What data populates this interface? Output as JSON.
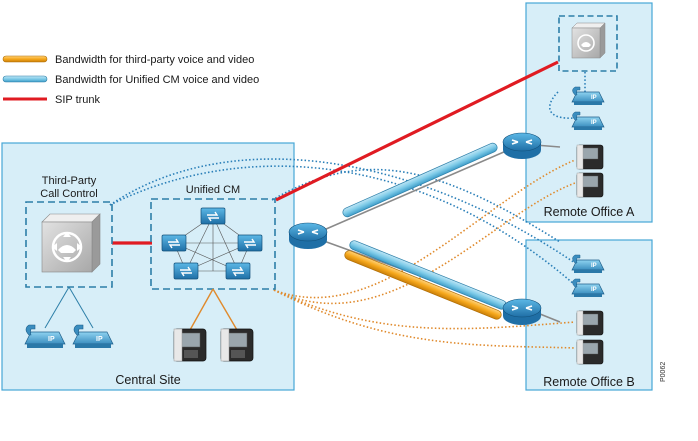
{
  "legend": [
    {
      "label": "Bandwidth for third-party voice and video",
      "color": "#f6a81c"
    },
    {
      "label": "Bandwidth for Unified CM voice and video",
      "color": "#7ecbe8"
    },
    {
      "label": "SIP trunk",
      "color": "#e01b22"
    }
  ],
  "sites": {
    "central": "Central Site",
    "remote_a": "Remote Office A",
    "remote_b": "Remote Office B"
  },
  "labels": {
    "third_party_line1": "Third-Party",
    "third_party_line2": "Call Control",
    "unified_cm": "Unified CM",
    "ip_badge": "IP",
    "figure_id": "P0062"
  },
  "colors": {
    "site_fill": "#d7eef8",
    "site_border": "#46a7d6",
    "sip_red": "#e01b22",
    "orange": "#f6a81c",
    "blue_pipe": "#7ecbe8",
    "dotted_blue": "#2a7fb8",
    "dotted_orange": "#e08a2c"
  }
}
